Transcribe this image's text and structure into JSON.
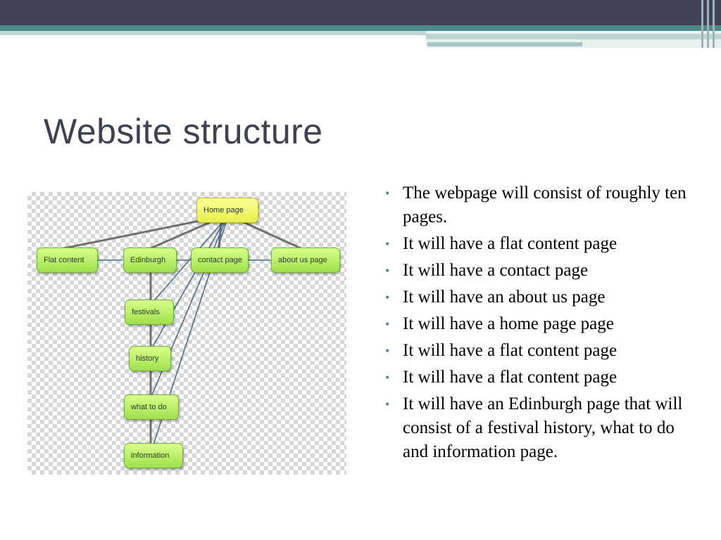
{
  "slide": {
    "title": "Website structure",
    "accent_color": "#4d8b8a",
    "title_color": "#3f4054"
  },
  "diagram": {
    "nodes": {
      "home": "Home page",
      "flat": "Flat content",
      "edinburgh": "Edinburgh",
      "contact": "contact page",
      "about": "about us page",
      "festivals": "festivals",
      "history": "history",
      "whattodo": "what to do",
      "information": "information"
    }
  },
  "bullets": [
    "The webpage will consist of roughly ten pages.",
    "It will have a flat content page",
    "It will have a contact page",
    "It will have an about us page",
    "It will have a home page page",
    "It will have a flat content page",
    "It will have a flat content page",
    "It will have an Edinburgh page that will consist of a festival history, what to do and information page."
  ]
}
